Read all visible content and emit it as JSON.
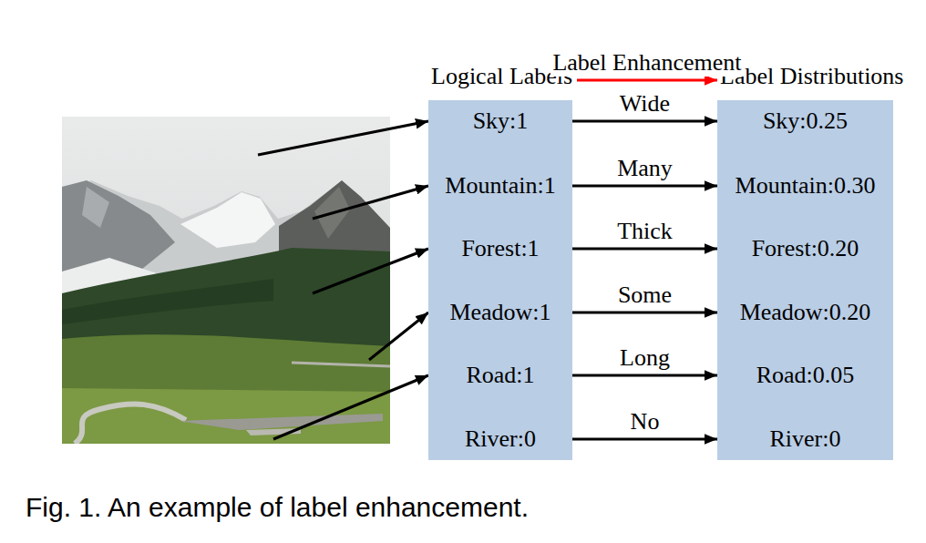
{
  "diagram": {
    "caption": "Fig. 1. An example of label enhancement.",
    "nodes": [
      {
        "text": [
          "Logical Labels"
        ]
      },
      {
        "text": [
          "Sky:1"
        ],
        "in": 0
      },
      {
        "text": [
          "Mountain:1"
        ],
        "in": 0
      },
      {
        "text": [
          "Forest:1"
        ],
        "in": 0
      },
      {
        "text": [
          "Meadow:1"
        ],
        "in": 0
      },
      {
        "text": [
          "Road:1"
        ],
        "in": 0
      },
      {
        "text": [
          "River:0"
        ],
        "in": 0
      },
      {
        "text": [
          "Label Distributions"
        ]
      },
      {
        "text": [
          "Sky:0.25"
        ],
        "in": 7
      },
      {
        "text": [
          "Mountain:0.30"
        ],
        "in": 7
      },
      {
        "text": [
          "Forest:0.20"
        ],
        "in": 7
      },
      {
        "text": [
          "Meadow:0.20"
        ],
        "in": 7
      },
      {
        "text": [
          "Road:0.05"
        ],
        "in": 7
      },
      {
        "text": [
          "River:0"
        ],
        "in": 7
      }
    ],
    "edges": [
      {
        "from": 0,
        "to": 7,
        "label": "Label Enhancement",
        "arrow": "to"
      },
      {
        "from": 1,
        "to": 8,
        "label": "Wide",
        "arrow": "to"
      },
      {
        "from": 2,
        "to": 9,
        "label": "Many",
        "arrow": "to"
      },
      {
        "from": 3,
        "to": 10,
        "label": "Thick",
        "arrow": "to"
      },
      {
        "from": 4,
        "to": 11,
        "label": "Some",
        "arrow": "to"
      },
      {
        "from": 5,
        "to": 12,
        "label": "Long",
        "arrow": "to"
      },
      {
        "from": 6,
        "to": 13,
        "label": "No",
        "arrow": "to"
      }
    ]
  }
}
